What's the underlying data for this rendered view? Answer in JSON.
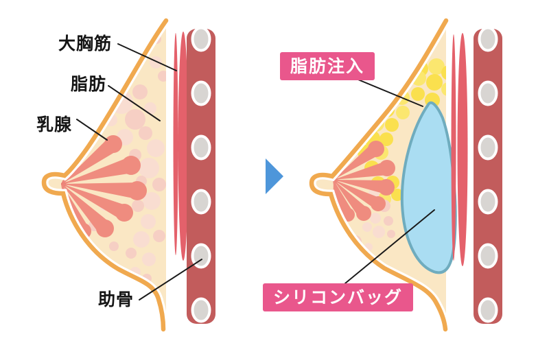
{
  "figure": {
    "description": "Before/after cross-section diagram of breast augmentation",
    "left_panel": {
      "labels": {
        "pectoral_muscle": "大胸筋",
        "fat": "脂肪",
        "mammary_gland": "乳腺",
        "rib": "助骨"
      }
    },
    "right_panel": {
      "badges": {
        "fat_injection": "脂肪注入",
        "silicone_bag": "シリコンバッグ"
      }
    },
    "arrow": {
      "direction": "right",
      "color": "#4E96DA"
    },
    "colors": {
      "skin_outline": "#F0A94F",
      "breast_fill": "#FAE7C4",
      "fat_bubble_dark": "#F6CFC4",
      "fat_bubble_light": "#F9DDD1",
      "mammary_gland": "#EF8C7F",
      "gland_duct": "#E87A72",
      "muscle": "#E4616B",
      "rib_column": "#C25C5C",
      "rib_bone_fill": "#D8D5D2",
      "rib_bone_stroke": "#FFFFFF",
      "implant_fill": "#AADDF2",
      "implant_border": "#6FACBE",
      "injected_fat": "#FAE04E",
      "badge_background": "#E9578C",
      "badge_text": "#FFFFFF",
      "label_text": "#151515",
      "leader_line": "#1A1A1A"
    }
  }
}
